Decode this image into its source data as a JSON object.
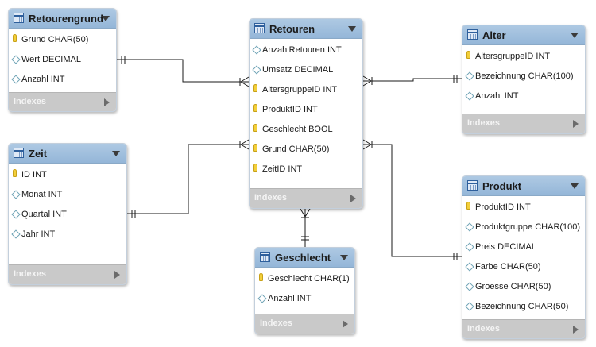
{
  "diagram": {
    "tables": [
      {
        "id": "retourengrund",
        "title": "Retourengrund",
        "columns": [
          {
            "text": "Grund CHAR(50)",
            "icon": "key-icon"
          },
          {
            "text": "Wert DECIMAL",
            "icon": "diamond-icon"
          },
          {
            "text": "Anzahl INT",
            "icon": "diamond-icon"
          }
        ],
        "footer": "Indexes"
      },
      {
        "id": "retouren",
        "title": "Retouren",
        "columns": [
          {
            "text": "AnzahlRetouren INT",
            "icon": "diamond-icon"
          },
          {
            "text": "Umsatz DECIMAL",
            "icon": "diamond-icon"
          },
          {
            "text": "AltersgruppeID INT",
            "icon": "key-icon"
          },
          {
            "text": "ProduktID INT",
            "icon": "key-icon"
          },
          {
            "text": "Geschlecht BOOL",
            "icon": "key-icon"
          },
          {
            "text": "Grund CHAR(50)",
            "icon": "key-icon"
          },
          {
            "text": "ZeitID INT",
            "icon": "key-icon"
          }
        ],
        "footer": "Indexes"
      },
      {
        "id": "alter",
        "title": "Alter",
        "columns": [
          {
            "text": "AltersgruppeID INT",
            "icon": "key-icon"
          },
          {
            "text": "Bezeichnung CHAR(100)",
            "icon": "diamond-icon"
          },
          {
            "text": "Anzahl INT",
            "icon": "diamond-icon"
          }
        ],
        "footer": "Indexes"
      },
      {
        "id": "zeit",
        "title": "Zeit",
        "columns": [
          {
            "text": "ID INT",
            "icon": "key-icon"
          },
          {
            "text": "Monat INT",
            "icon": "diamond-icon"
          },
          {
            "text": "Quartal INT",
            "icon": "diamond-icon"
          },
          {
            "text": "Jahr INT",
            "icon": "diamond-icon"
          }
        ],
        "footer": "Indexes"
      },
      {
        "id": "produkt",
        "title": "Produkt",
        "columns": [
          {
            "text": "ProduktID INT",
            "icon": "key-icon"
          },
          {
            "text": "Produktgruppe CHAR(100)",
            "icon": "diamond-icon"
          },
          {
            "text": "Preis DECIMAL",
            "icon": "diamond-icon"
          },
          {
            "text": "Farbe CHAR(50)",
            "icon": "diamond-icon"
          },
          {
            "text": "Groesse CHAR(50)",
            "icon": "diamond-icon"
          },
          {
            "text": "Bezeichnung CHAR(50)",
            "icon": "diamond-icon"
          }
        ],
        "footer": "Indexes"
      },
      {
        "id": "geschlecht",
        "title": "Geschlecht",
        "columns": [
          {
            "text": "Geschlecht CHAR(1)",
            "icon": "key-icon"
          },
          {
            "text": "Anzahl INT",
            "icon": "diamond-icon"
          }
        ],
        "footer": "Indexes"
      }
    ],
    "relationships": [
      {
        "from": "retouren",
        "to": "retourengrund",
        "many_side": "retouren",
        "one_side": "retourengrund"
      },
      {
        "from": "retouren",
        "to": "alter",
        "many_side": "retouren",
        "one_side": "alter"
      },
      {
        "from": "retouren",
        "to": "zeit",
        "many_side": "retouren",
        "one_side": "zeit"
      },
      {
        "from": "retouren",
        "to": "produkt",
        "many_side": "retouren",
        "one_side": "produkt"
      },
      {
        "from": "retouren",
        "to": "geschlecht",
        "many_side": "retouren",
        "one_side": "geschlecht"
      }
    ],
    "colors": {
      "header": "#9dbddc",
      "footer": "#c9c9c9",
      "key_icon": "#f3cf3a",
      "diamond_icon": "#6fa3b6",
      "connector": "#1a1a1a"
    }
  }
}
